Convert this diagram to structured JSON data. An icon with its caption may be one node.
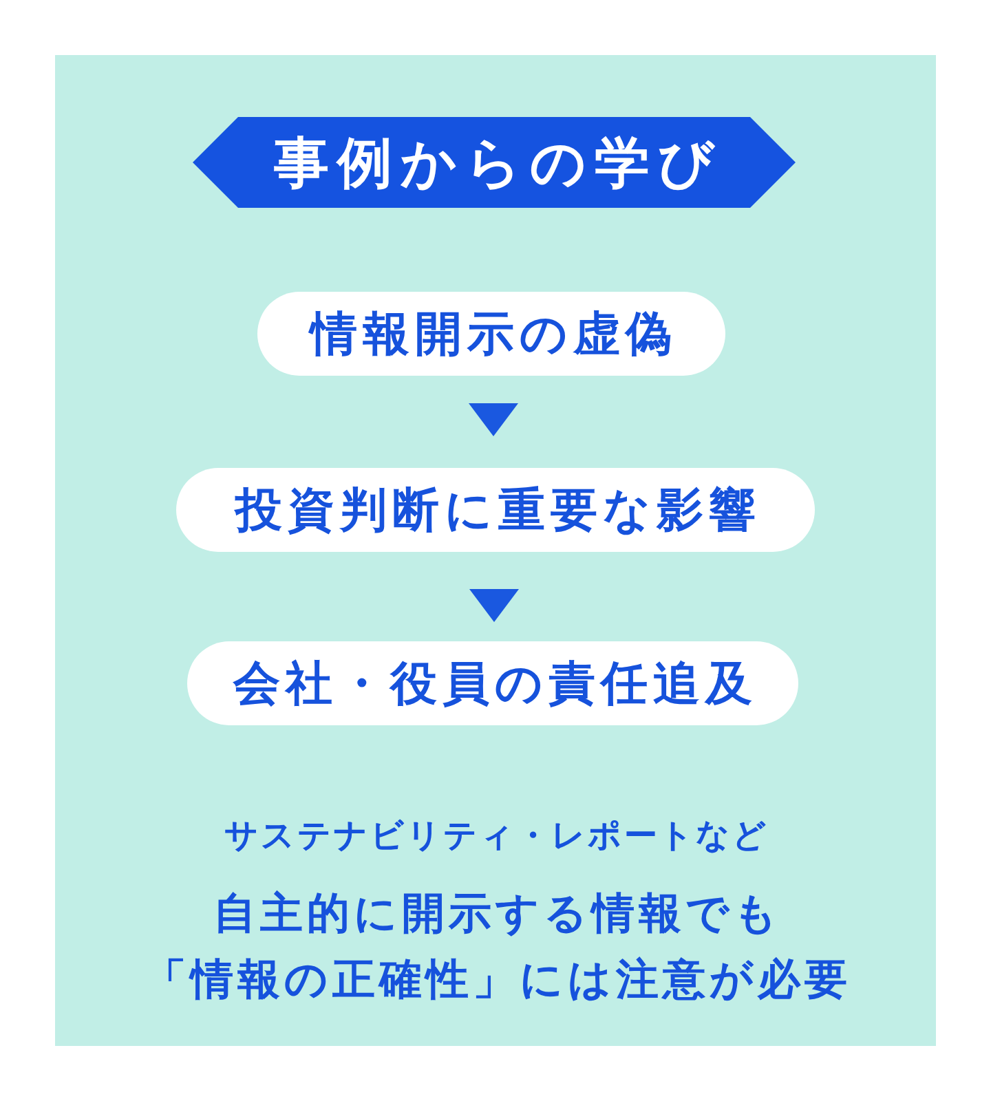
{
  "diagram": {
    "nodes": [
      {
        "text": [
          "事例からの学び"
        ]
      },
      {
        "text": [
          "情報開示の虚偽"
        ]
      },
      {
        "text": [
          "投資判断に重要な影響"
        ]
      },
      {
        "text": [
          "会社・役員の責任追及"
        ]
      }
    ],
    "edges": [
      {
        "from": 1,
        "to": 2,
        "arrow": "to"
      },
      {
        "from": 2,
        "to": 3,
        "arrow": "to"
      }
    ],
    "labels": [
      "サステナビリティ・レポートなど",
      "自主的に開示する情報でも「情報の正確性」には注意が必要"
    ]
  }
}
